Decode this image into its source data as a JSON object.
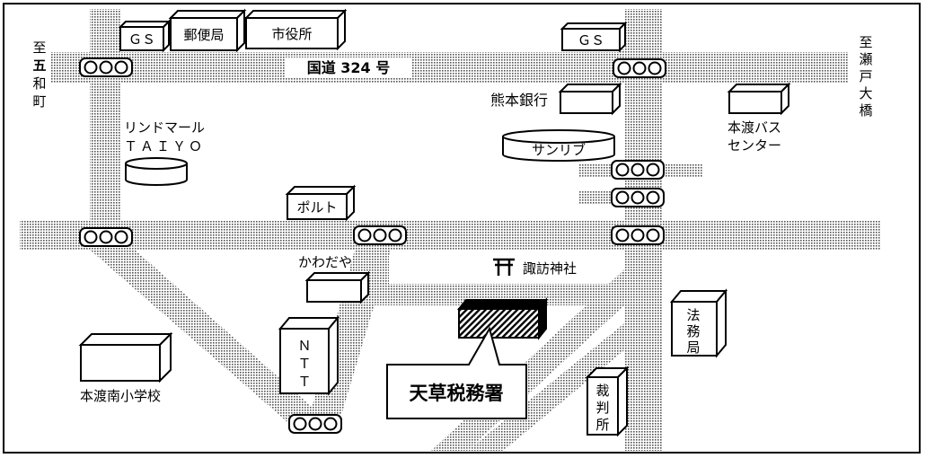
{
  "title": "",
  "roads": {
    "national_route": "国道 324 号"
  },
  "directions": {
    "left": [
      "至",
      "五",
      "和",
      "町"
    ],
    "right": [
      "至",
      "瀬",
      "戸",
      "大",
      "橋"
    ]
  },
  "buildings": {
    "gs_left": "ＧＳ",
    "gs_right": "ＧＳ",
    "post_office": "郵便局",
    "city_hall": "市役所",
    "kumamoto_bank": "熊本銀行",
    "bus_center": [
      "本渡バス",
      "センター"
    ],
    "rindomall": [
      "リンドマール",
      "ＴＡＩＹＯ"
    ],
    "sunlive": "サンリブ",
    "polt": "ポルト",
    "kawadaya": "かわだや",
    "suwa_shrine": "諏訪神社",
    "ntt": [
      "Ｎ",
      "Ｔ",
      "Ｔ"
    ],
    "school": "本渡南小学校",
    "legal_affairs": [
      "法",
      "務",
      "局"
    ],
    "court": [
      "裁",
      "判",
      "所"
    ]
  },
  "destination": {
    "name": "天草税務署"
  },
  "icons": {
    "shrine": "torii-icon",
    "traffic_light": "traffic-light-icon"
  },
  "colors": {
    "road_dots": "#555555",
    "border": "#000000",
    "background": "#ffffff"
  }
}
